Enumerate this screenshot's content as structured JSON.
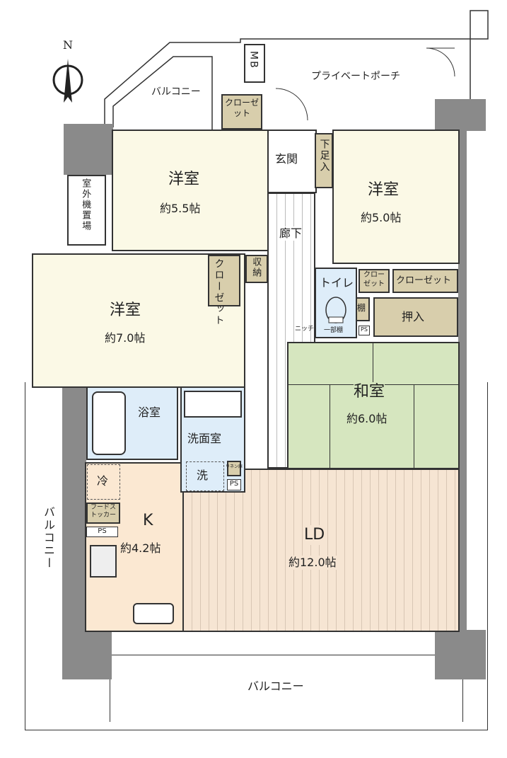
{
  "compass": {
    "label": "N"
  },
  "rooms": {
    "western_55": {
      "name": "洋室",
      "size": "約5.5帖"
    },
    "western_50": {
      "name": "洋室",
      "size": "約5.0帖"
    },
    "western_70": {
      "name": "洋室",
      "size": "約7.0帖"
    },
    "japanese": {
      "name": "和室",
      "size": "約6.0帖"
    },
    "ld": {
      "name": "LD",
      "size": "約12.0帖"
    },
    "kitchen": {
      "name": "K",
      "size": "約4.2帖"
    },
    "bath": "浴室",
    "washroom": "洗面室",
    "washer": "洗",
    "toilet": "トイレ",
    "entrance": "玄関",
    "hallway": "廊下",
    "shoe_storage": "下足入",
    "mb": "MB",
    "outdoor_unit": "室外機置場",
    "closet_top": "クローゼット",
    "closet_70": "クローゼット",
    "storage": "収納",
    "closet_small": "クローゼット",
    "closet_large": "クローゼット",
    "shelf": "棚",
    "oshiire": "押入",
    "partial_shelf": "一部棚",
    "niche": "ニッチ",
    "fridge": "冷",
    "food_stocker": "フードストッカー",
    "linen": "リネン庫",
    "ps": "PS"
  },
  "outdoor": {
    "balcony_top": "バルコニー",
    "private_porch": "プライベートポーチ",
    "balcony_left": "バルコニー",
    "balcony_bottom": "バルコニー"
  }
}
